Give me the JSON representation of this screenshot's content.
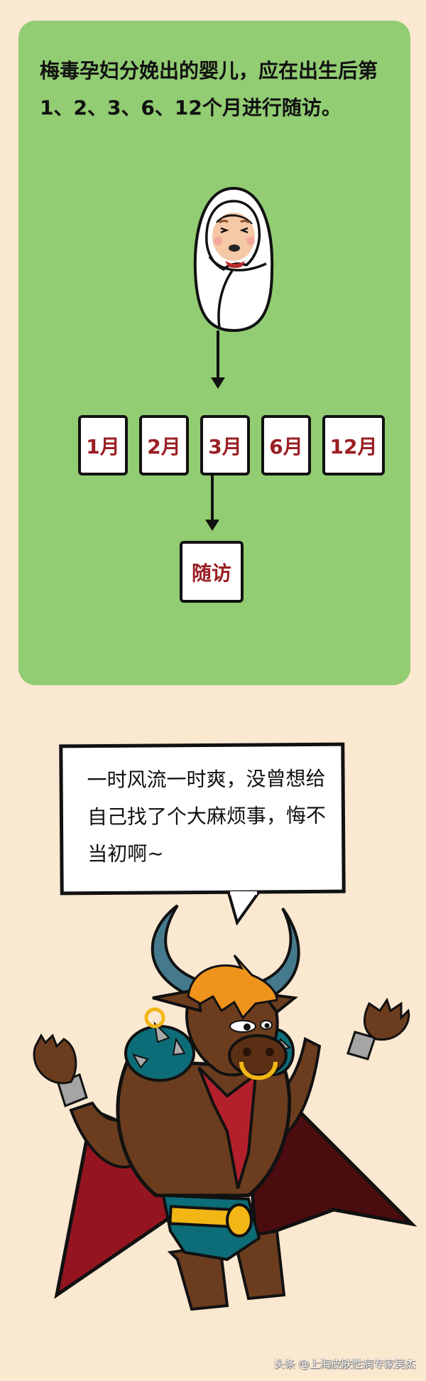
{
  "info_card": {
    "text": "梅毒孕妇分娩出的婴儿，应在出生后第1、2、3、6、12个月进行随访。",
    "background_color": "#92cc73",
    "baby_illustration": "swaddled-baby-icon",
    "months": [
      {
        "label": "1月"
      },
      {
        "label": "2月"
      },
      {
        "label": "3月"
      },
      {
        "label": "6月"
      },
      {
        "label": "12月"
      }
    ],
    "followup_label": "随访",
    "label_color": "#9a1f24"
  },
  "speech_bubble": {
    "text": "一时风流一时爽，没曾想给自己找了个大麻烦事，悔不当初啊~"
  },
  "character": {
    "name": "bull-character-icon"
  },
  "watermark": {
    "text": "头条 @上海皮肤性病专家吴杰"
  }
}
